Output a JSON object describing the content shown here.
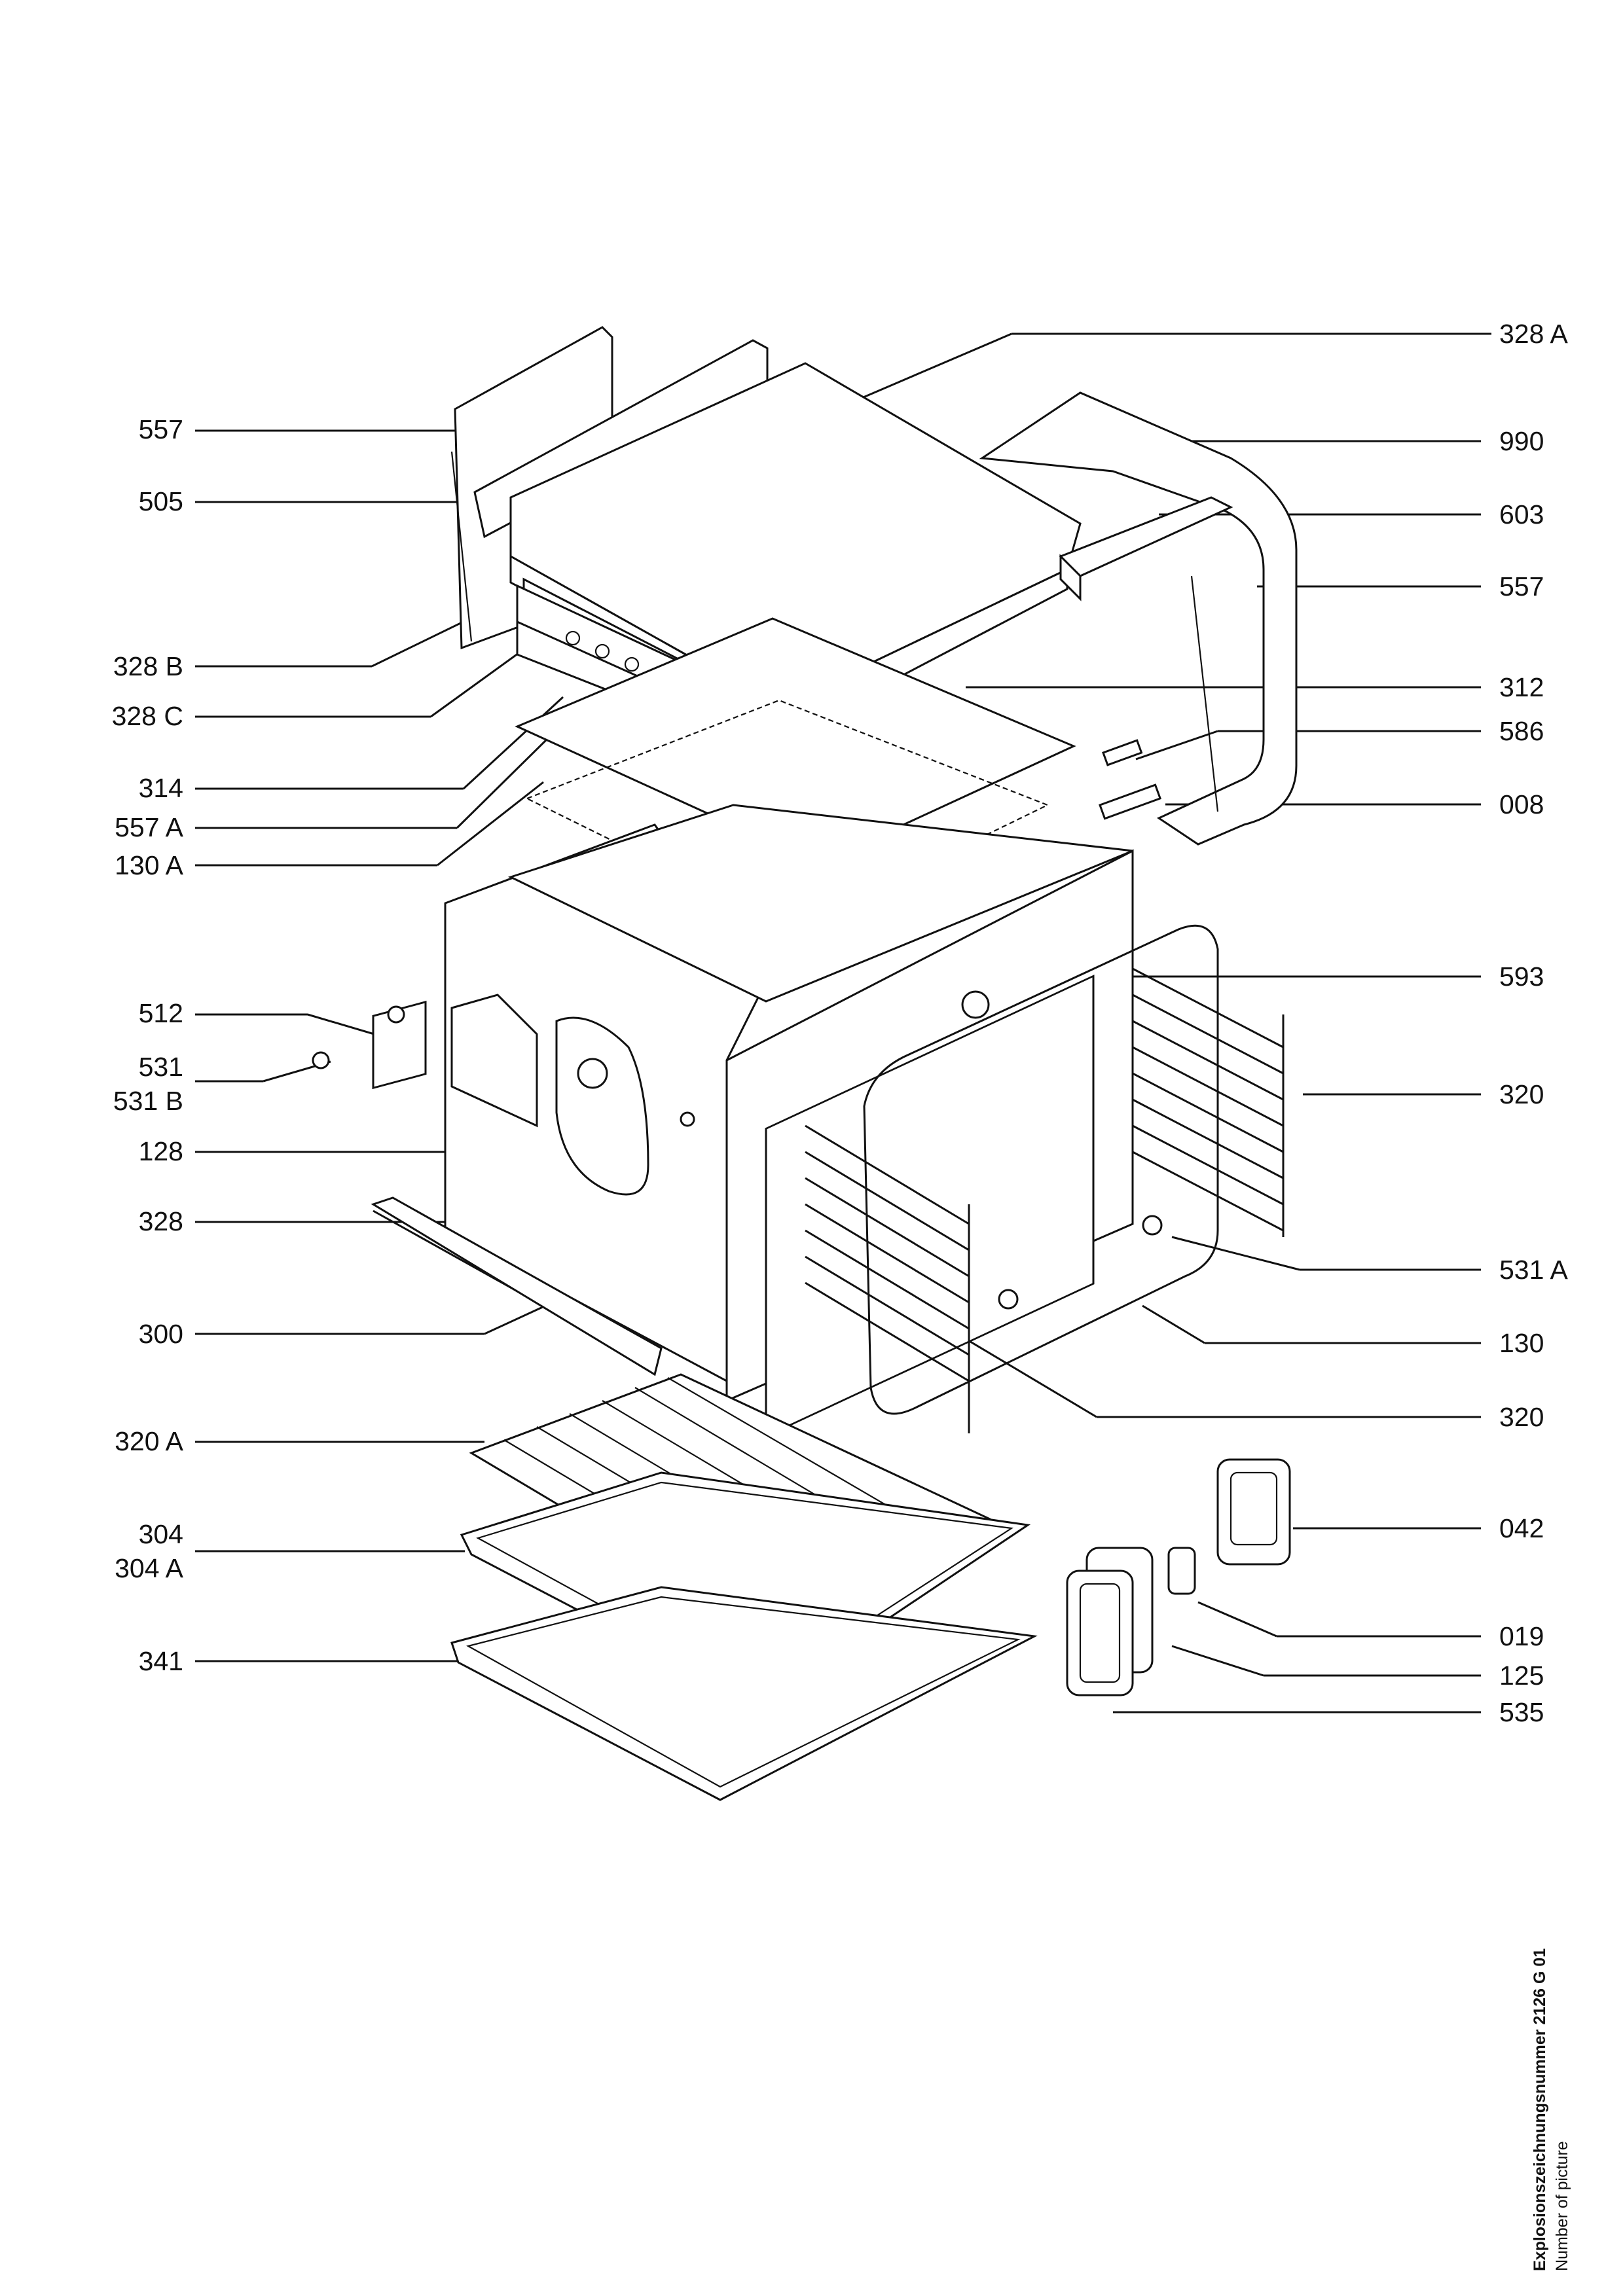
{
  "colors": {
    "ink": "#111111",
    "paper": "#ffffff"
  },
  "labels_left": [
    "557",
    "505",
    "328 B",
    "328 C",
    "314",
    "557 A",
    "130 A",
    "512",
    "531",
    "531 B",
    "128",
    "328",
    "300",
    "320 A",
    "304",
    "304 A",
    "341"
  ],
  "labels_right": [
    "328 A",
    "990",
    "603",
    "557",
    "312",
    "586",
    "008",
    "593",
    "320",
    "531 A",
    "130",
    "320",
    "042",
    "019",
    "125",
    "535"
  ],
  "footer": {
    "drawing_number": "Explosionszeichnungsnummer 2126 G 01",
    "caption": "Number of picture"
  }
}
